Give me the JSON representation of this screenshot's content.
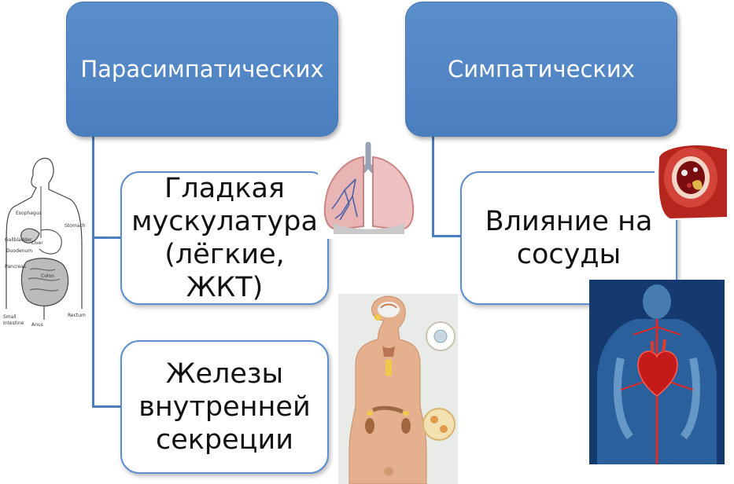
{
  "groups": [
    {
      "heading": "Парасимпатических",
      "items": [
        "Гладкая\nмускулатура\n(лёгкие, ЖКТ)",
        "Железы\nвнутренней\nсекреции"
      ]
    },
    {
      "heading": "Симпатических",
      "items": [
        "Влияние на\nсосуды"
      ]
    }
  ],
  "illustrations": [
    "digestive-system-icon",
    "lungs-icon",
    "endocrine-model-icon",
    "blood-vessel-icon",
    "heart-circulation-icon"
  ],
  "colors": {
    "header": "#4f81bd",
    "border": "#5d8ed0",
    "connector": "#4a7ebf"
  }
}
